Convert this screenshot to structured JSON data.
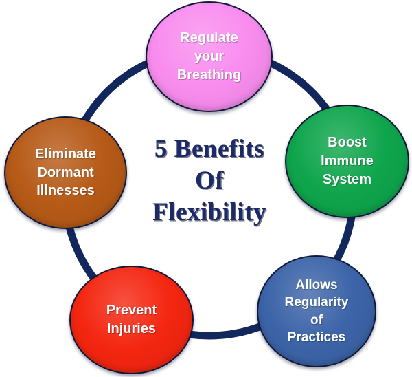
{
  "title": {
    "text": "5 Benefits\nOf\nFlexibility",
    "color": "#1C2B68"
  },
  "ring": {
    "color": "#12275C"
  },
  "nodes": [
    {
      "id": "regulate-breathing",
      "label": "Regulate\nyour\nBreathing",
      "color": "#F98DEF"
    },
    {
      "id": "boost-immune",
      "label": "Boost\nImmune\nSystem",
      "color": "#0FA54C"
    },
    {
      "id": "eliminate-illnesses",
      "label": "Eliminate\nDormant\nIllnesses",
      "color": "#B65A17"
    },
    {
      "id": "allows-regularity",
      "label": "Allows\nRegularity\nof\nPractices",
      "color": "#3C64A8"
    },
    {
      "id": "prevent-injuries",
      "label": "Prevent\nInjuries",
      "color": "#F42610"
    }
  ]
}
